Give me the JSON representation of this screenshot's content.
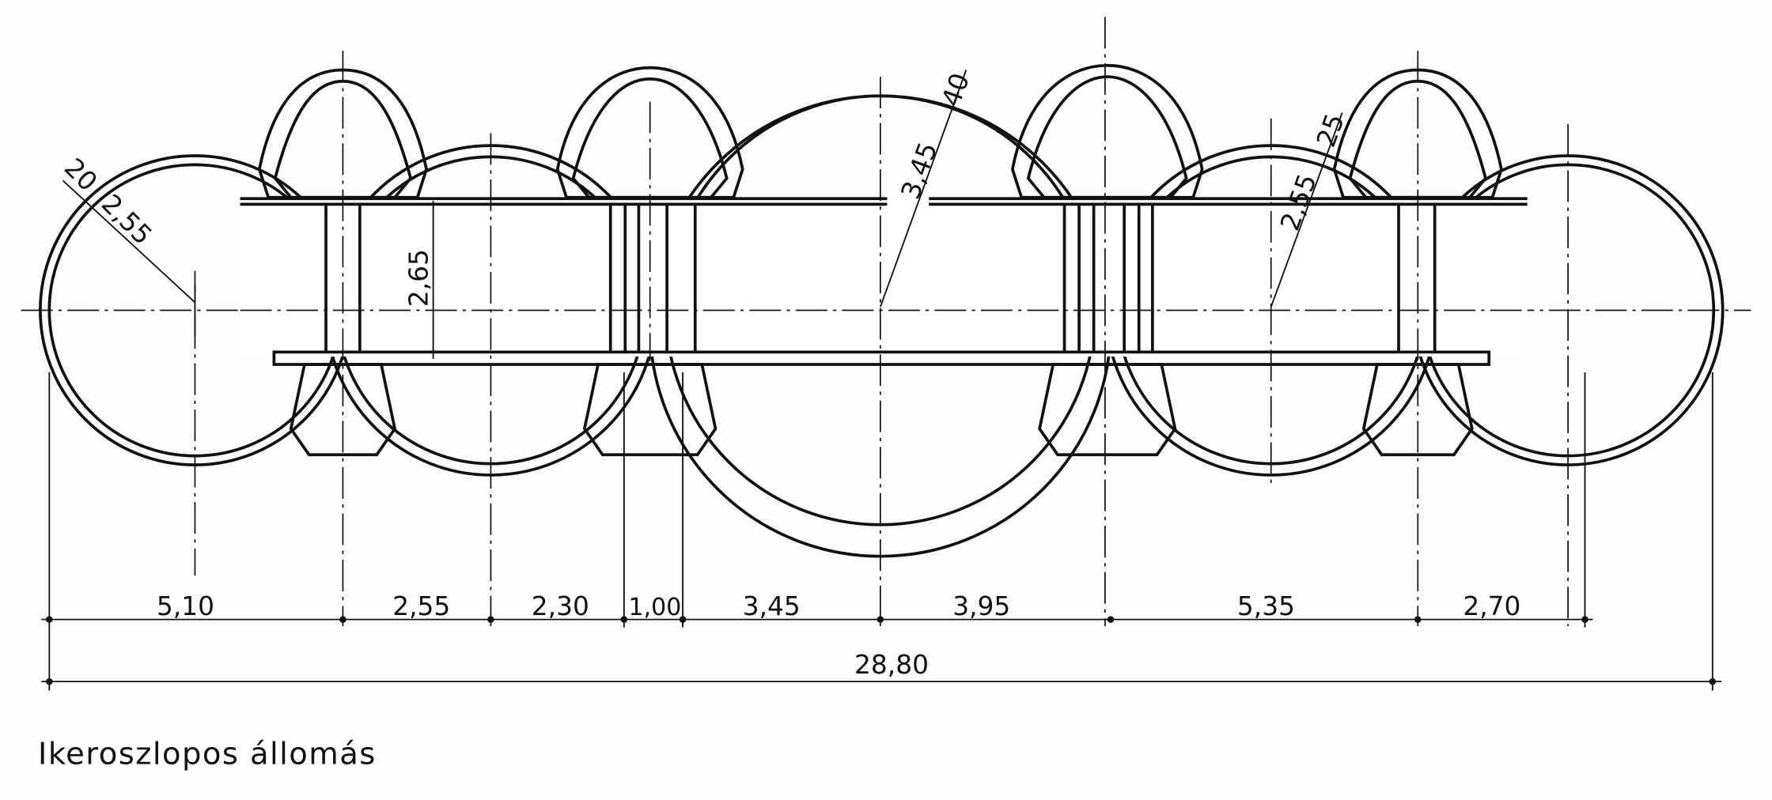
{
  "caption": "Ikeroszlopos állomás",
  "colors": {
    "fill": "#b4d4e1",
    "line": "#111111",
    "background": "#fdfdfc"
  },
  "labels": {
    "left_wall": "20",
    "left_radius": "2,55",
    "platform_height": "2,65",
    "center_radius": "3,45",
    "center_wall": "40",
    "right_radius": "2,55",
    "right_wall": "25"
  },
  "dimensions": [
    "5,10",
    "2,55",
    "2,30",
    "1,00",
    "3,45",
    "3,95",
    "5,35",
    "2,70"
  ],
  "total_width": "28,80"
}
